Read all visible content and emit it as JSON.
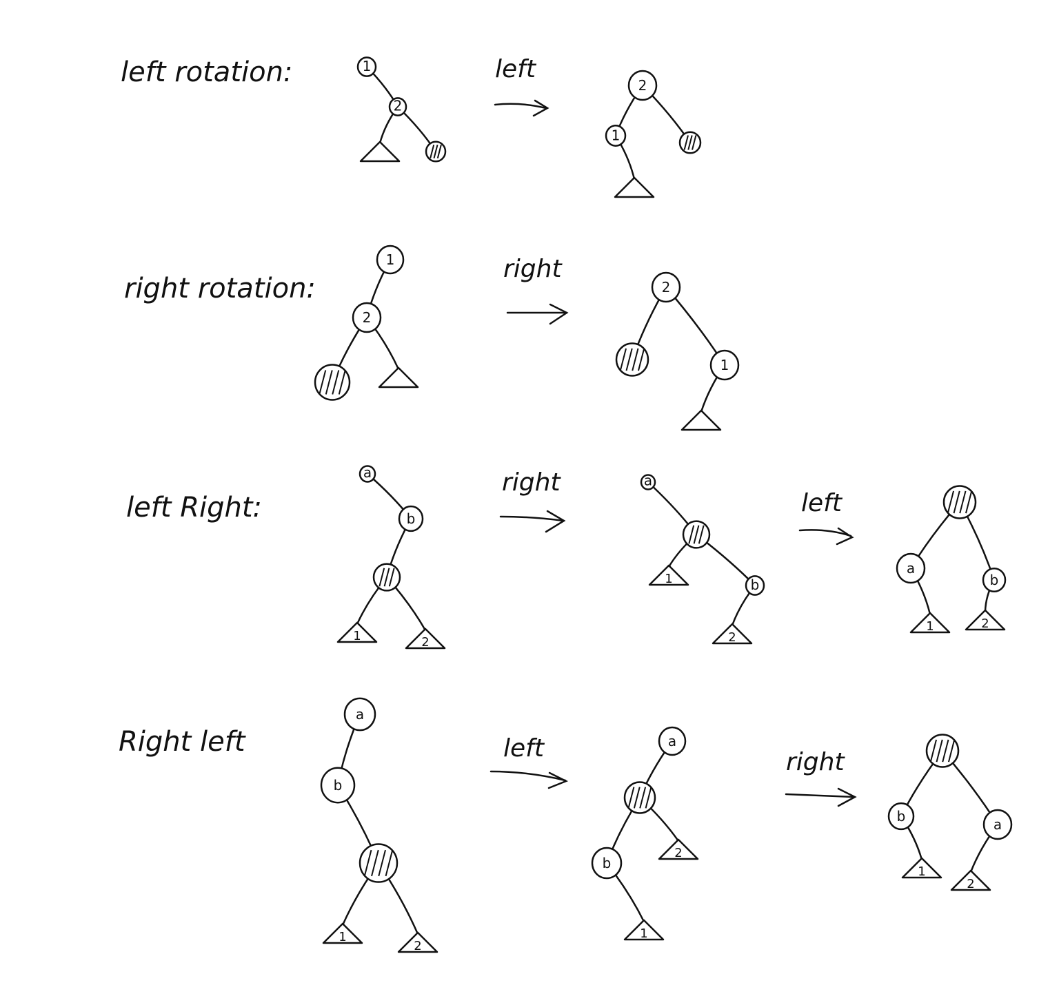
{
  "colors": {
    "ink": "#111111",
    "background": "#ffffff"
  },
  "sections": [
    {
      "label": "left rotation:"
    },
    {
      "label": "right rotation:"
    },
    {
      "label": "left Right:"
    },
    {
      "label": "Right left"
    }
  ],
  "arrows": [
    {
      "label": "left"
    },
    {
      "label": "right"
    },
    {
      "label": "right"
    },
    {
      "label": "left"
    },
    {
      "label": "left"
    },
    {
      "label": "right"
    }
  ],
  "trees": [
    {
      "nodes": [
        {
          "id": "n1",
          "label": "1"
        },
        {
          "id": "n2",
          "label": "2"
        },
        {
          "id": "h",
          "hatched": true
        },
        {
          "id": "t",
          "triangle": true,
          "label": ""
        }
      ],
      "edges": [
        [
          "n1",
          "n2"
        ],
        [
          "n2",
          "t"
        ],
        [
          "n2",
          "h"
        ]
      ]
    },
    {
      "nodes": [
        {
          "id": "n2",
          "label": "2"
        },
        {
          "id": "n1",
          "label": "1"
        },
        {
          "id": "h",
          "hatched": true
        },
        {
          "id": "t",
          "triangle": true,
          "label": ""
        }
      ],
      "edges": [
        [
          "n2",
          "n1"
        ],
        [
          "n2",
          "h"
        ],
        [
          "n1",
          "t"
        ]
      ]
    },
    {
      "nodes": [
        {
          "id": "n1",
          "label": "1"
        },
        {
          "id": "n2",
          "label": "2"
        },
        {
          "id": "h",
          "hatched": true
        },
        {
          "id": "t",
          "triangle": true,
          "label": ""
        }
      ],
      "edges": [
        [
          "n1",
          "n2"
        ],
        [
          "n2",
          "h"
        ],
        [
          "n2",
          "t"
        ]
      ]
    },
    {
      "nodes": [
        {
          "id": "n2",
          "label": "2"
        },
        {
          "id": "h",
          "hatched": true
        },
        {
          "id": "n1",
          "label": "1"
        },
        {
          "id": "t",
          "triangle": true,
          "label": ""
        }
      ],
      "edges": [
        [
          "n2",
          "h"
        ],
        [
          "n2",
          "n1"
        ],
        [
          "n1",
          "t"
        ]
      ]
    },
    {
      "nodes": [
        {
          "id": "a",
          "label": "a"
        },
        {
          "id": "b",
          "label": "b"
        },
        {
          "id": "h",
          "hatched": true
        },
        {
          "id": "t1",
          "triangle": true,
          "label": "1"
        },
        {
          "id": "t2",
          "triangle": true,
          "label": "2"
        }
      ],
      "edges": [
        [
          "a",
          "b"
        ],
        [
          "b",
          "h"
        ],
        [
          "h",
          "t1"
        ],
        [
          "h",
          "t2"
        ]
      ]
    },
    {
      "nodes": [
        {
          "id": "a",
          "label": "a"
        },
        {
          "id": "h",
          "hatched": true
        },
        {
          "id": "t1",
          "triangle": true,
          "label": "1"
        },
        {
          "id": "b",
          "label": "b"
        },
        {
          "id": "t2",
          "triangle": true,
          "label": "2"
        }
      ],
      "edges": [
        [
          "a",
          "h"
        ],
        [
          "h",
          "t1"
        ],
        [
          "h",
          "b"
        ],
        [
          "b",
          "t2"
        ]
      ]
    },
    {
      "nodes": [
        {
          "id": "h",
          "hatched": true
        },
        {
          "id": "a",
          "label": "a"
        },
        {
          "id": "b",
          "label": "b"
        },
        {
          "id": "t1",
          "triangle": true,
          "label": "1"
        },
        {
          "id": "t2",
          "triangle": true,
          "label": "2"
        }
      ],
      "edges": [
        [
          "h",
          "a"
        ],
        [
          "h",
          "b"
        ],
        [
          "a",
          "t1"
        ],
        [
          "b",
          "t2"
        ]
      ]
    },
    {
      "nodes": [
        {
          "id": "a",
          "label": "a"
        },
        {
          "id": "b",
          "label": "b"
        },
        {
          "id": "h",
          "hatched": true
        },
        {
          "id": "t1",
          "triangle": true,
          "label": "1"
        },
        {
          "id": "t2",
          "triangle": true,
          "label": "2"
        }
      ],
      "edges": [
        [
          "a",
          "b"
        ],
        [
          "b",
          "h"
        ],
        [
          "h",
          "t1"
        ],
        [
          "h",
          "t2"
        ]
      ]
    },
    {
      "nodes": [
        {
          "id": "a",
          "label": "a"
        },
        {
          "id": "h",
          "hatched": true
        },
        {
          "id": "b",
          "label": "b"
        },
        {
          "id": "t2",
          "triangle": true,
          "label": "2"
        },
        {
          "id": "t1",
          "triangle": true,
          "label": "1"
        }
      ],
      "edges": [
        [
          "a",
          "h"
        ],
        [
          "h",
          "b"
        ],
        [
          "h",
          "t2"
        ],
        [
          "b",
          "t1"
        ]
      ]
    },
    {
      "nodes": [
        {
          "id": "h",
          "hatched": true
        },
        {
          "id": "b",
          "label": "b"
        },
        {
          "id": "a",
          "label": "a"
        },
        {
          "id": "t1",
          "triangle": true,
          "label": "1"
        },
        {
          "id": "t2",
          "triangle": true,
          "label": "2"
        }
      ],
      "edges": [
        [
          "h",
          "b"
        ],
        [
          "h",
          "a"
        ],
        [
          "b",
          "t1"
        ],
        [
          "a",
          "t2"
        ]
      ]
    }
  ]
}
